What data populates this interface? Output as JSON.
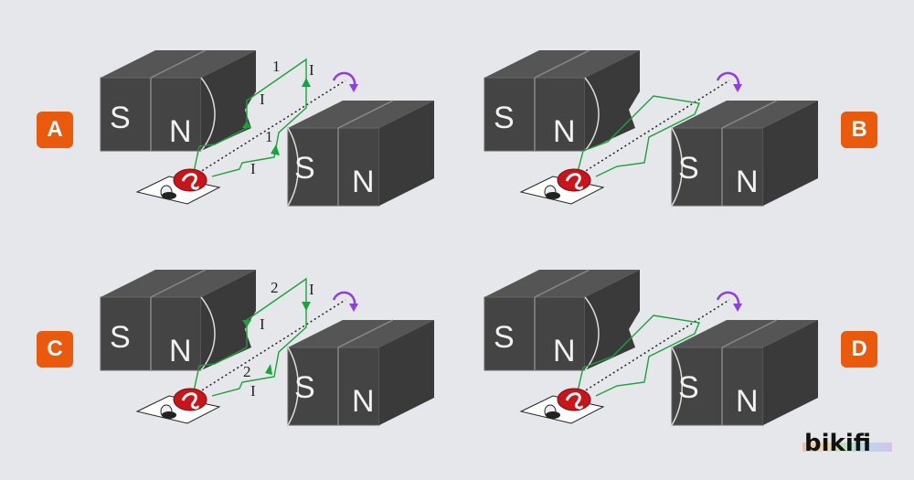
{
  "colors": {
    "background": "#e5e7ea",
    "badge": "#ea5a0c",
    "magnet_front": "#444444",
    "magnet_top": "#555555",
    "wire": "#19a33a",
    "rotation_arrow": "#8e3ee3",
    "commutator": "#c8141b"
  },
  "panels": [
    {
      "label": "A",
      "pole_left_1": "S",
      "pole_left_2": "N",
      "pole_right_1": "S",
      "pole_right_2": "N",
      "current_label_top": "1",
      "current_label_bottom": "1",
      "current_symbol": "I",
      "rotation_icon": "curved-arrow-clockwise"
    },
    {
      "label": "B",
      "pole_left_1": "S",
      "pole_left_2": "N",
      "pole_right_1": "S",
      "pole_right_2": "N",
      "rotation_icon": "curved-arrow-clockwise"
    },
    {
      "label": "C",
      "pole_left_1": "S",
      "pole_left_2": "N",
      "pole_right_1": "S",
      "pole_right_2": "N",
      "current_label_top": "2",
      "current_label_bottom": "2",
      "current_symbol": "I",
      "rotation_icon": "curved-arrow-clockwise"
    },
    {
      "label": "D",
      "pole_left_1": "S",
      "pole_left_2": "N",
      "pole_right_1": "S",
      "pole_right_2": "N",
      "rotation_icon": "curved-arrow-clockwise"
    }
  ],
  "brand": {
    "logo_text": "bikifi"
  }
}
